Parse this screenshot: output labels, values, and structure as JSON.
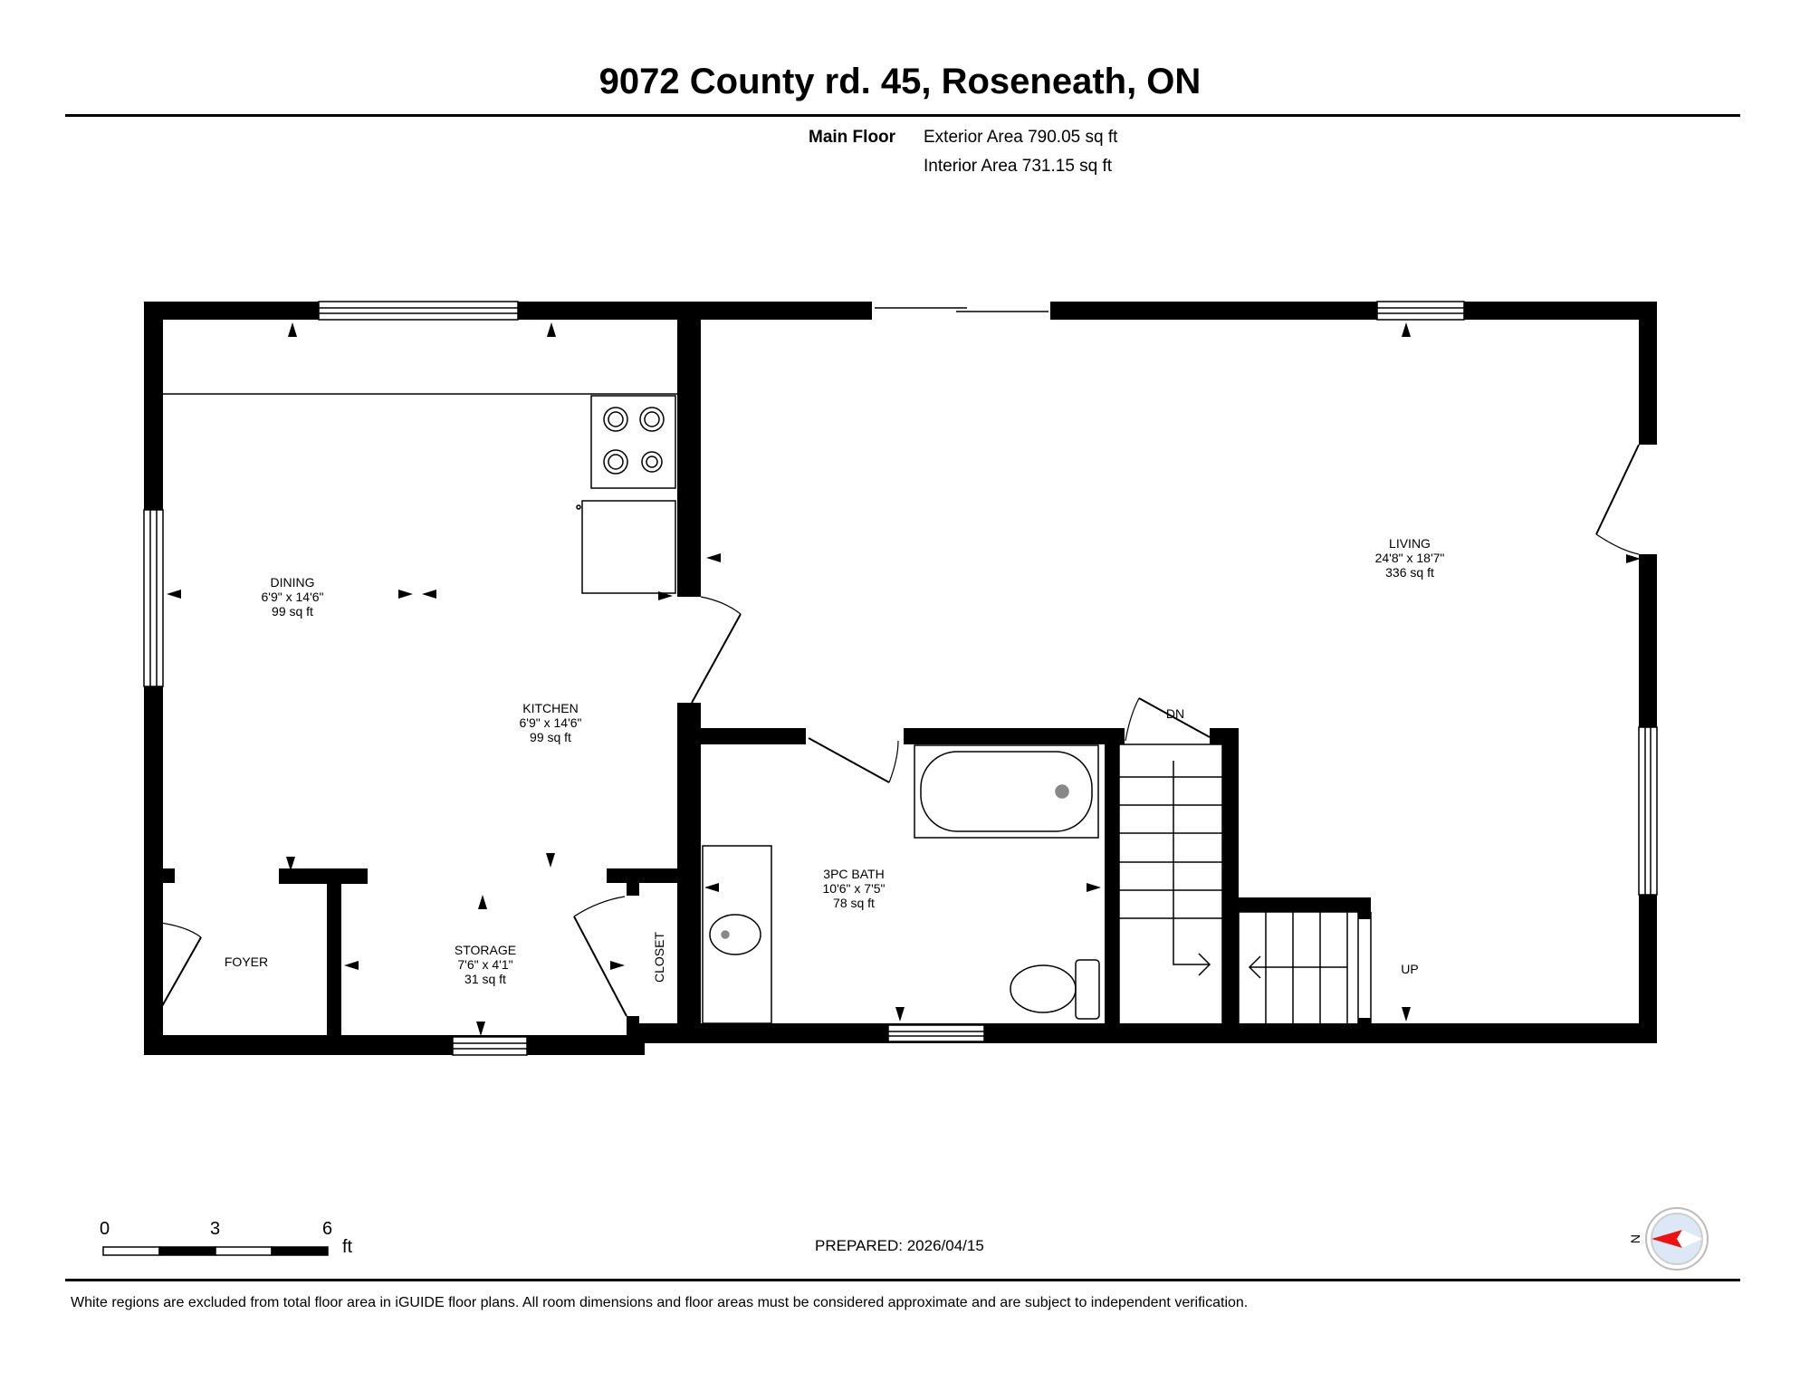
{
  "title": "9072 County rd. 45, Roseneath, ON",
  "floor": {
    "name": "Main Floor",
    "exterior_area": "Exterior Area 790.05 sq ft",
    "interior_area": "Interior Area 731.15 sq ft"
  },
  "rooms": {
    "dining": {
      "name": "DINING",
      "dims": "6'9\" x 14'6\"",
      "area": "99 sq ft"
    },
    "kitchen": {
      "name": "KITCHEN",
      "dims": "6'9\" x 14'6\"",
      "area": "99 sq ft"
    },
    "living": {
      "name": "LIVING",
      "dims": "24'8\" x 18'7\"",
      "area": "336 sq ft"
    },
    "bath": {
      "name": "3PC BATH",
      "dims": "10'6\" x 7'5\"",
      "area": "78 sq ft"
    },
    "storage": {
      "name": "STORAGE",
      "dims": "7'6\" x 4'1\"",
      "area": "31 sq ft"
    },
    "foyer": {
      "name": "FOYER"
    },
    "closet": {
      "name": "CLOSET"
    }
  },
  "stairs": {
    "down": "DN",
    "up": "UP"
  },
  "scale": {
    "ticks": [
      "0",
      "3",
      "6"
    ],
    "unit": "ft"
  },
  "compass": {
    "north": "N"
  },
  "prepared": "PREPARED: 2026/04/15",
  "footnote": "White regions are excluded from total floor area in iGUIDE floor plans. All room dimensions and floor areas must be considered approximate and are subject to independent verification."
}
